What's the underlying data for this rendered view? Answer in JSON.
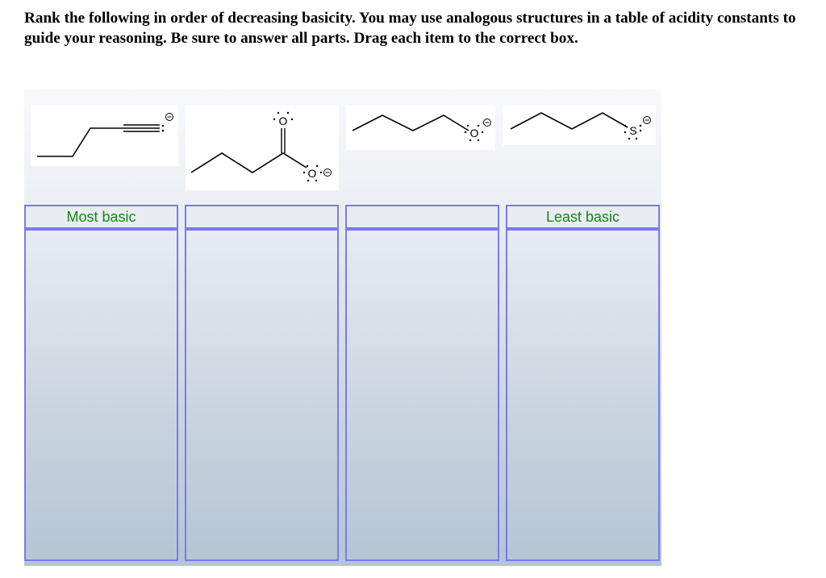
{
  "question": {
    "text": "Rank the following in order of decreasing basicity. You may use analogous structures in a table of acidity constants to guide your reasoning. Be sure to answer all parts. Drag each item to the correct box."
  },
  "items": [
    {
      "id": "item-1",
      "name": "butynide anion (1-pentynide)",
      "label": "C≡C:⁻ alkynide",
      "charge_symbol": "⊖"
    },
    {
      "id": "item-2",
      "name": "butanoate anion",
      "label": "carboxylate",
      "atom": "O",
      "charge_symbol": "⊖"
    },
    {
      "id": "item-3",
      "name": "butoxide anion",
      "label": "alkoxide",
      "atom": "O",
      "charge_symbol": "⊖"
    },
    {
      "id": "item-4",
      "name": "butanethiolate anion",
      "label": "thiolate",
      "atom": "S",
      "charge_symbol": "⊖"
    }
  ],
  "columns": [
    {
      "header": "Most basic"
    },
    {
      "header": ""
    },
    {
      "header": ""
    },
    {
      "header": "Least basic"
    }
  ],
  "colors": {
    "header_text": "#118a11",
    "box_border": "#7a7af0"
  }
}
